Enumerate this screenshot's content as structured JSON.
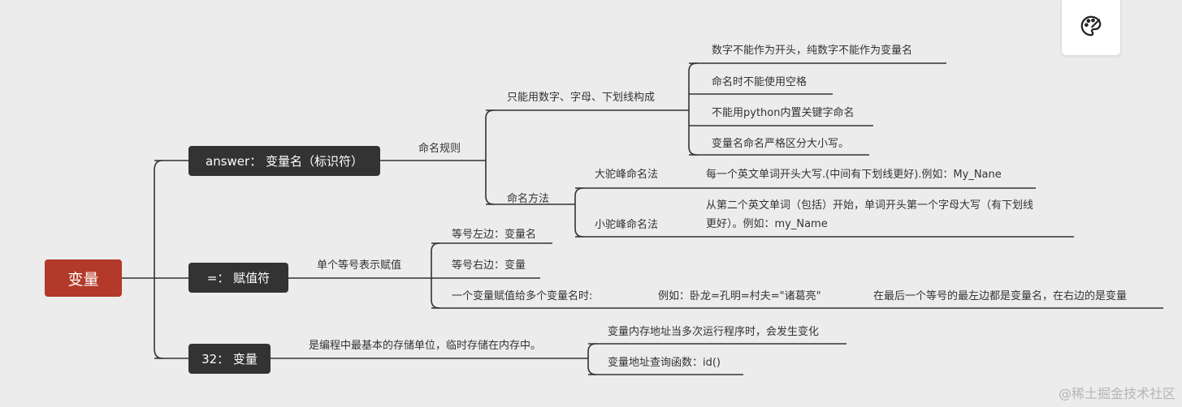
{
  "root": "变量",
  "branches": {
    "answer": "answer：  变量名（标识符）",
    "assign": "=：  赋值符",
    "num": "32：  变量"
  },
  "answer_branch": {
    "rule_label": "命名规则",
    "rule1_label": "只能用数字、字母、下划线构成",
    "rule1_items": [
      "数字不能作为开头，纯数字不能作为变量名",
      "命名时不能使用空格",
      "不能用python内置关键字命名",
      "变量名命名严格区分大小写。"
    ],
    "method_label": "命名方法",
    "big_camel": "大驼峰命名法",
    "big_camel_desc": "每一个英文单词开头大写.(中间有下划线更好).例如：My_Nane",
    "small_camel": "小驼峰命名法",
    "small_camel_desc_1": "从第二个英文单词（包括）开始，单词开头第一个字母大写（有下划线",
    "small_camel_desc_2": "更好）。例如：my_Name"
  },
  "assign_branch": {
    "label": "单个等号表示赋值",
    "left": "等号左边：变量名",
    "right": "等号右边：变量",
    "multi": "一个变量赋值给多个变量名时:",
    "example": "例如：卧龙=孔明=村夫=\"诸葛亮\"",
    "explain": "在最后一个等号的最左边都是变量名，在右边的是变量"
  },
  "num_branch": {
    "label": "是编程中最基本的存储单位，临时存储在内存中。",
    "item1": "变量内存地址当多次运行程序时，会发生变化",
    "item2": "变量地址查询函数：id()"
  },
  "palette_icon": "palette-icon",
  "watermark": "@稀土掘金技术社区"
}
